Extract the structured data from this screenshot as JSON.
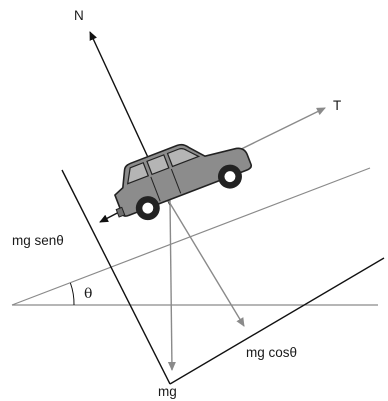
{
  "labels": {
    "normal_force": "N",
    "tension": "T",
    "weight": "mg",
    "parallel_component": "mg senθ",
    "perpendicular_component": "mg cosθ",
    "incline_angle": "θ"
  },
  "colors": {
    "black_line": "#111111",
    "gray_line": "#8a8a8a",
    "car_body": "#8c8c8c",
    "car_outline": "#222222",
    "window": "#b5b5b5",
    "background": "#ffffff"
  }
}
